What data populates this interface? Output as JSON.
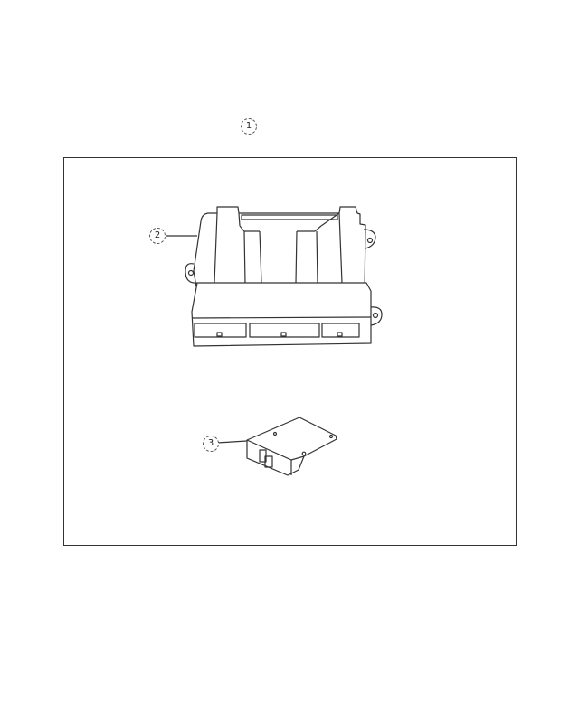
{
  "diagram": {
    "type": "exploded parts illustration",
    "callouts": [
      {
        "id": "callout-1",
        "label": "1",
        "target": "assembly (whole kit)"
      },
      {
        "id": "callout-2",
        "label": "2",
        "target": "control module housing"
      },
      {
        "id": "callout-3",
        "label": "3",
        "target": "small circuit module"
      }
    ],
    "colors": {
      "line": "#333333",
      "background": "#ffffff"
    }
  }
}
